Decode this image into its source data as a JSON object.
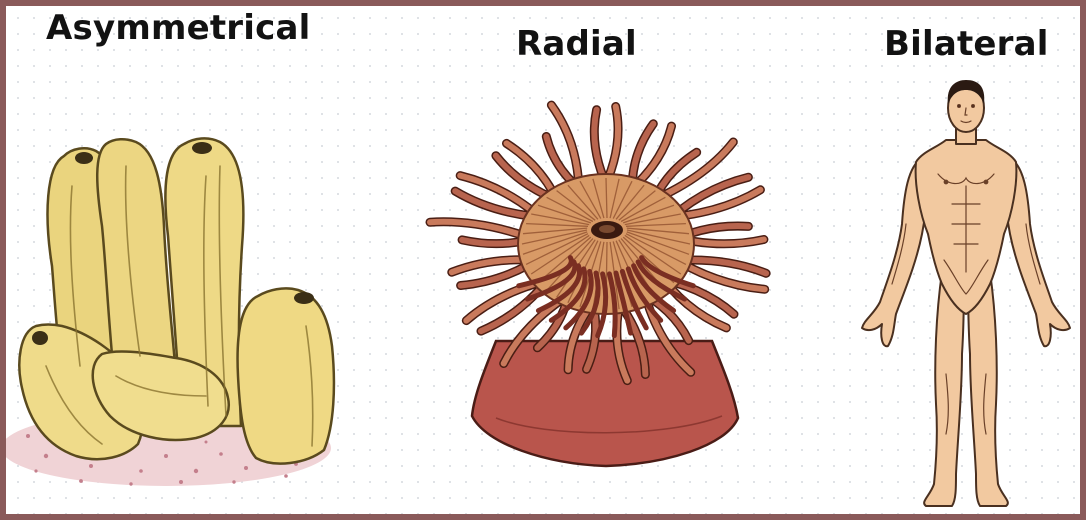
{
  "labels": {
    "asymmetrical": "Asymmetrical",
    "radial": "Radial",
    "bilateral": "Bilateral"
  },
  "colors": {
    "frame_border": "#8a5a5a",
    "background": "#ffffff",
    "sponge": "#ecd98a",
    "anemone_body": "#b8524a",
    "tentacles": "#c8765a",
    "skin": "#f0c9a0"
  }
}
